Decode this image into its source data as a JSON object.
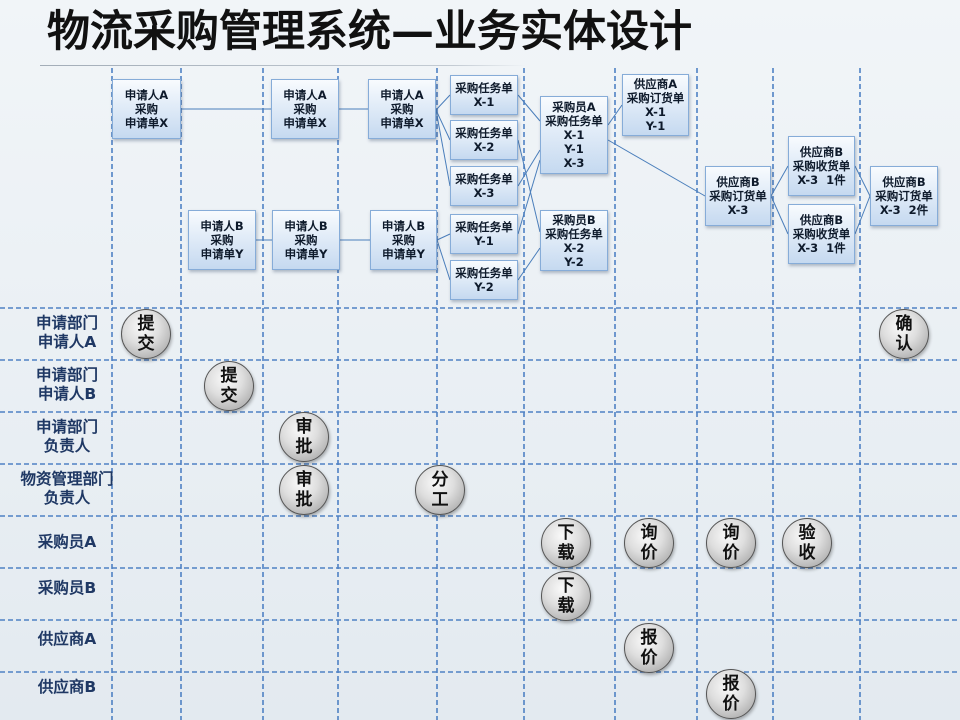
{
  "title": "物流采购管理系统—业务实体设计",
  "lanes": [
    {
      "lines": [
        "申请部门",
        "申请人A"
      ],
      "actions": [
        "提交",
        "确认"
      ]
    },
    {
      "lines": [
        "申请部门",
        "申请人B"
      ],
      "actions": [
        "提交"
      ]
    },
    {
      "lines": [
        "申请部门",
        "负责人"
      ],
      "actions": [
        "审批"
      ]
    },
    {
      "lines": [
        "物资管理部门",
        "负责人"
      ],
      "actions": [
        "审批",
        "分工"
      ]
    },
    {
      "lines": [
        "采购员A"
      ],
      "actions": [
        "下载",
        "询价",
        "询价",
        "验收"
      ]
    },
    {
      "lines": [
        "采购员B"
      ],
      "actions": [
        "下载"
      ]
    },
    {
      "lines": [
        "供应商A"
      ],
      "actions": [
        "报价"
      ]
    },
    {
      "lines": [
        "供应商B"
      ],
      "actions": [
        "报价"
      ]
    }
  ],
  "entity_boxes": [
    {
      "lines": [
        "申请人A",
        "采购",
        "申请单X"
      ]
    },
    {
      "lines": [
        "申请人B",
        "采购",
        "申请单Y"
      ]
    },
    {
      "lines": [
        "申请人A",
        "采购",
        "申请单X"
      ]
    },
    {
      "lines": [
        "申请人B",
        "采购",
        "申请单Y"
      ]
    },
    {
      "lines": [
        "申请人A",
        "采购",
        "申请单X"
      ]
    },
    {
      "lines": [
        "申请人B",
        "采购",
        "申请单Y"
      ]
    },
    {
      "lines": [
        "采购任务单",
        "X-1"
      ]
    },
    {
      "lines": [
        "采购任务单",
        "X-2"
      ]
    },
    {
      "lines": [
        "采购任务单",
        "X-3"
      ]
    },
    {
      "lines": [
        "采购任务单",
        "Y-1"
      ]
    },
    {
      "lines": [
        "采购任务单",
        "Y-2"
      ]
    },
    {
      "lines": [
        "采购员A",
        "采购任务单",
        "X-1",
        "Y-1",
        "X-3"
      ]
    },
    {
      "lines": [
        "采购员B",
        "采购任务单",
        "X-2",
        "Y-2"
      ]
    },
    {
      "lines": [
        "供应商A",
        "采购订货单",
        "X-1",
        "Y-1"
      ]
    },
    {
      "lines": [
        "供应商B",
        "采购订货单",
        "X-3"
      ]
    },
    {
      "lines": [
        "供应商B",
        "采购收货单",
        "X-3  1件"
      ]
    },
    {
      "lines": [
        "供应商B",
        "采购收货单",
        "X-3  1件"
      ]
    },
    {
      "lines": [
        "供应商B",
        "采购订货单",
        "X-3  2件"
      ]
    }
  ],
  "colors": {
    "grid_line": "#4f81c4",
    "connector": "#4a7ebb",
    "lane_label": "#1f3864",
    "entity_fill": "#c5d9f0",
    "entity_border": "#86acd8",
    "action_fill": "#b4b4b4"
  }
}
